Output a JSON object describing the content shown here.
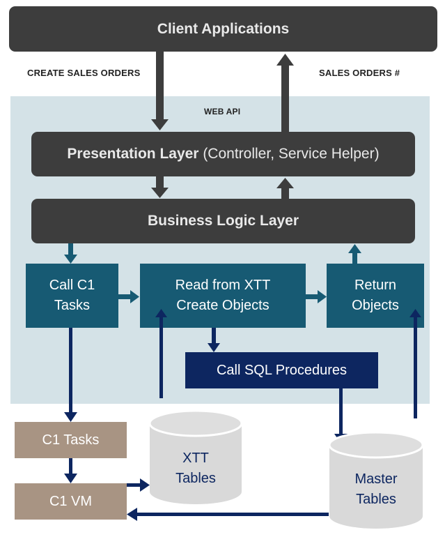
{
  "client_applications": {
    "label": "Client Applications"
  },
  "flow_labels": {
    "create_sales_orders": "CREATE SALES ORDERS",
    "sales_orders_no": "SALES ORDERS #"
  },
  "web_api": {
    "label": "WEB API"
  },
  "presentation_layer": {
    "label_bold": "Presentation Layer",
    "label_normal": " (Controller, Service Helper)"
  },
  "business_logic_layer": {
    "label": "Business Logic Layer"
  },
  "call_c1_tasks": {
    "label": "Call C1\nTasks"
  },
  "read_from_xtt": {
    "label": "Read from XTT\nCreate Objects"
  },
  "return_objects": {
    "label": "Return\nObjects"
  },
  "call_sql_procedures": {
    "label": "Call SQL Procedures"
  },
  "c1_tasks": {
    "label": "C1 Tasks"
  },
  "c1_vm": {
    "label": "C1 VM"
  },
  "xtt_tables": {
    "label": "XTT\nTables"
  },
  "master_tables": {
    "label": "Master\nTables"
  },
  "colors": {
    "dark_box": "#3d3d3d",
    "web_api_panel": "#d4e2e7",
    "teal_box": "#175a73",
    "navy_box": "#0d2660",
    "tan_box": "#a89483",
    "cylinder": "#d9d9d9",
    "arrow_dark": "#3d3d3d",
    "arrow_teal": "#175a73",
    "arrow_navy": "#0d2660"
  }
}
